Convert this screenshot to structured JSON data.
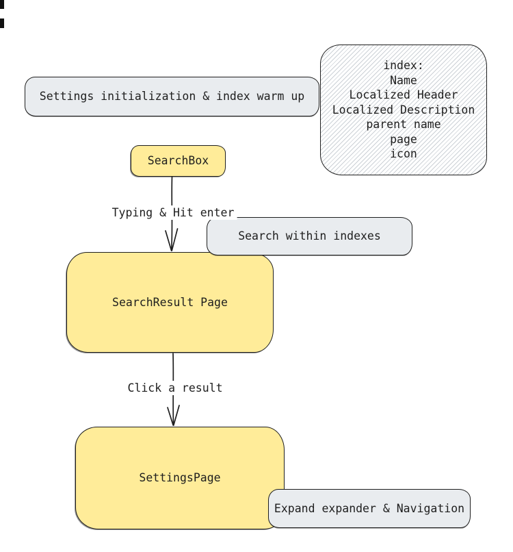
{
  "diagram": {
    "background": "#ffffff",
    "stroke_color": "#1e1e1e",
    "yellow_fill": "#ffec99",
    "gray_fill": "#e9ecef",
    "hatch_line_color": "#ccd1d6"
  },
  "nodes": {
    "settings_init": {
      "label": "Settings initialization & index warm up"
    },
    "index_note": {
      "lines": [
        "index:",
        "Name",
        "Localized Header",
        "Localized Description",
        "parent name",
        "page",
        "icon"
      ]
    },
    "search_box": {
      "label": "SearchBox"
    },
    "search_within": {
      "label": "Search within indexes"
    },
    "search_result_page": {
      "label": "SearchResult Page"
    },
    "settings_page": {
      "label": "SettingsPage"
    },
    "expand_nav": {
      "label": "Expand expander & Navigation"
    }
  },
  "edges": {
    "typing_enter": {
      "label": "Typing & Hit enter"
    },
    "click_result": {
      "label": "Click a result"
    }
  }
}
